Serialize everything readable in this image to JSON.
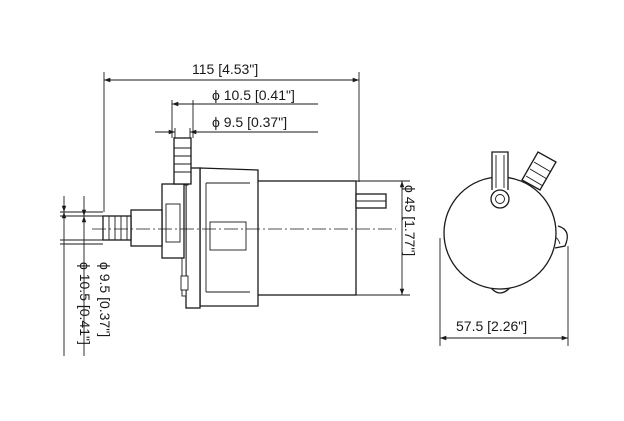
{
  "dimensions": {
    "overall_length": "115 [4.53\"]",
    "outlet_outer_dia": "ϕ 10.5 [0.41\"]",
    "outlet_inner_dia": "ϕ 9.5 [0.37\"]",
    "inlet_inner_dia": "ϕ 9.5 [0.37\"]",
    "inlet_outer_dia": "ϕ 10.5 [0.41\"]",
    "body_dia": "ϕ 45 [1.77\"]",
    "end_view_width": "57.5 [2.26\"]"
  }
}
